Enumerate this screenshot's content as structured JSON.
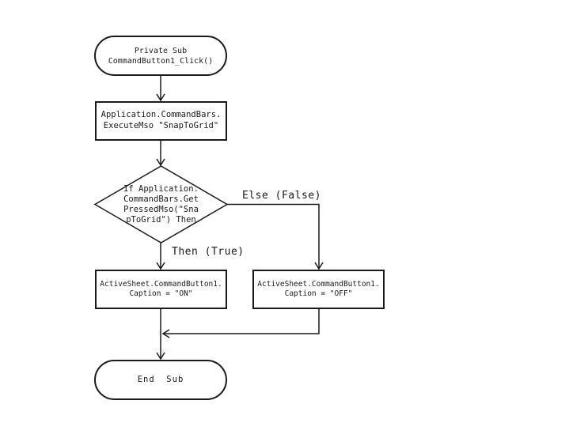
{
  "diagram": {
    "kind": "flowchart",
    "background_color": "#ffffff",
    "stroke_color": "#1a1a1a",
    "text_color": "#1a1a1a",
    "nodes": {
      "start": {
        "type": "terminator",
        "text": "Private Sub\nCommandButton1_Click()"
      },
      "execute": {
        "type": "process",
        "text": "Application.CommandBars.\nExecuteMso \"SnapToGrid\""
      },
      "decision": {
        "type": "decision",
        "text": "If Application.\nCommandBars.Get\nPressedMso(\"Sna\npToGrid\") Then"
      },
      "caption_on": {
        "type": "process",
        "text": "ActiveSheet.CommandButton1.\nCaption = \"ON\""
      },
      "caption_off": {
        "type": "process",
        "text": "ActiveSheet.CommandButton1.\nCaption = \"OFF\""
      },
      "end": {
        "type": "terminator",
        "text": "End  Sub"
      }
    },
    "labels": {
      "else_branch": "Else (False)",
      "then_branch": "Then (True)"
    }
  }
}
